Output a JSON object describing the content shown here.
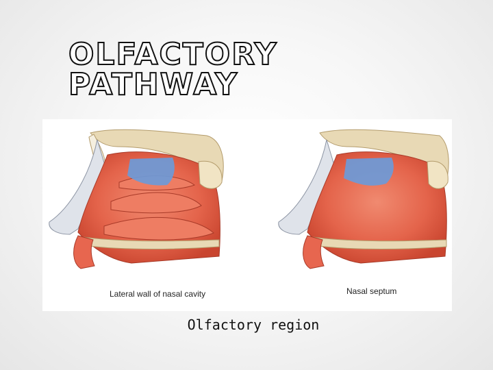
{
  "slide": {
    "title": "OLFACTORY PATHWAY",
    "caption": "Olfactory region"
  },
  "figure": {
    "panels": [
      {
        "label": "Lateral wall of nasal cavity"
      },
      {
        "label": "Nasal septum"
      }
    ]
  },
  "colors": {
    "mucosa": "#e7664f",
    "olfactory_region": "#6c9ad8",
    "bone": "#e8d9b5",
    "cartilage": "#dfe3ea"
  }
}
